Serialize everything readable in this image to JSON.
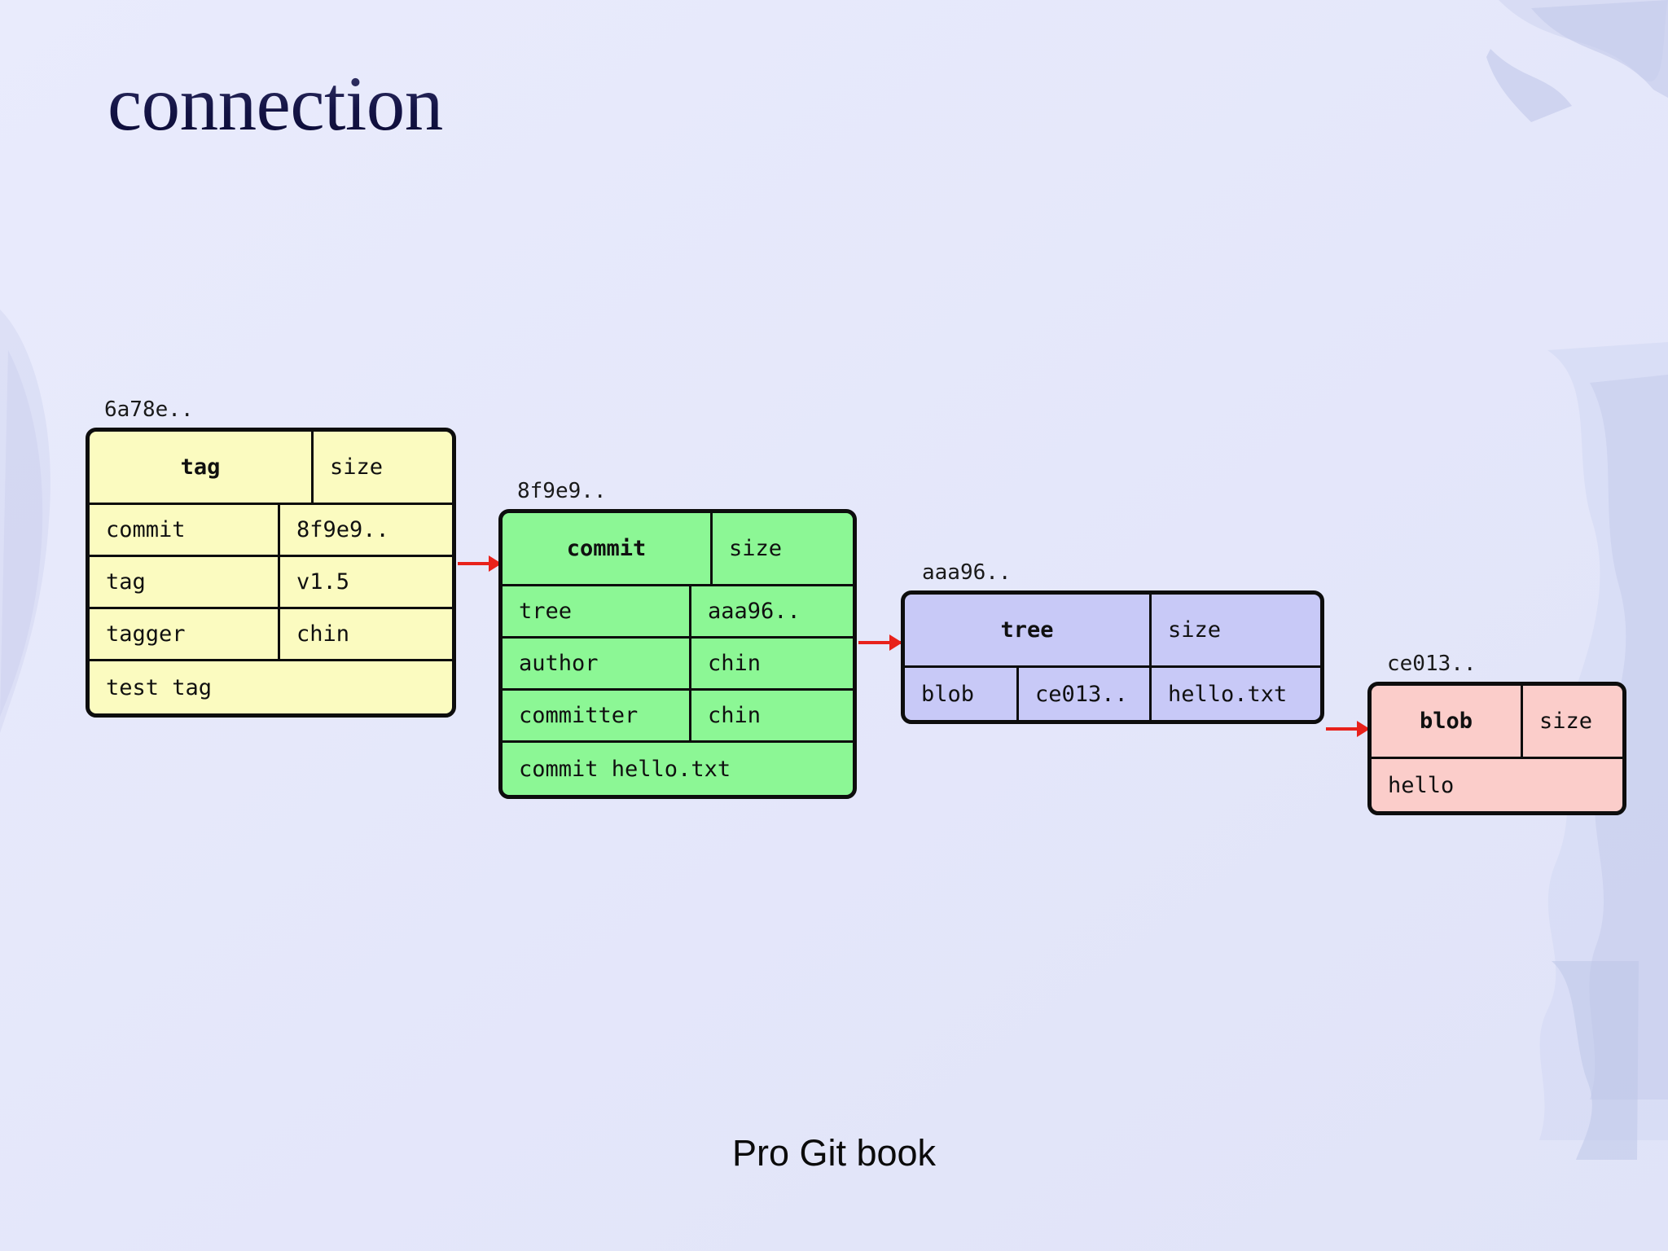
{
  "slide": {
    "title": "connection",
    "footer": "Pro Git book",
    "background_color": "#e4e6fa",
    "title_color": "#141446"
  },
  "diagram": {
    "type": "git-object-graph",
    "objects": [
      {
        "id": "tag-object",
        "hash_label": "6a78e..",
        "kind": "tag",
        "color": "#fbfbc0",
        "header": {
          "type": "tag",
          "size": "size"
        },
        "rows": [
          {
            "key": "commit",
            "value": "8f9e9.."
          },
          {
            "key": "tag",
            "value": "v1.5"
          },
          {
            "key": "tagger",
            "value": "chin"
          }
        ],
        "footer_row": "test tag"
      },
      {
        "id": "commit-object",
        "hash_label": "8f9e9..",
        "kind": "commit",
        "color": "#8cf795",
        "header": {
          "type": "commit",
          "size": "size"
        },
        "rows": [
          {
            "key": "tree",
            "value": "aaa96.."
          },
          {
            "key": "author",
            "value": "chin"
          },
          {
            "key": "committer",
            "value": "chin"
          }
        ],
        "footer_row": "commit hello.txt"
      },
      {
        "id": "tree-object",
        "hash_label": "aaa96..",
        "kind": "tree",
        "color": "#c8c9f7",
        "header": {
          "type": "tree",
          "size": "size"
        },
        "entry": {
          "mode": "blob",
          "hash": "ce013..",
          "name": "hello.txt"
        }
      },
      {
        "id": "blob-object",
        "hash_label": "ce013..",
        "kind": "blob",
        "color": "#fbcdca",
        "header": {
          "type": "blob",
          "size": "size"
        },
        "content_row": "hello"
      }
    ],
    "arrows": [
      {
        "from": "tag-object",
        "to": "commit-object",
        "color": "#e8211b"
      },
      {
        "from": "commit-object",
        "to": "tree-object",
        "color": "#e8211b"
      },
      {
        "from": "tree-object",
        "to": "blob-object",
        "color": "#e8211b"
      }
    ]
  }
}
